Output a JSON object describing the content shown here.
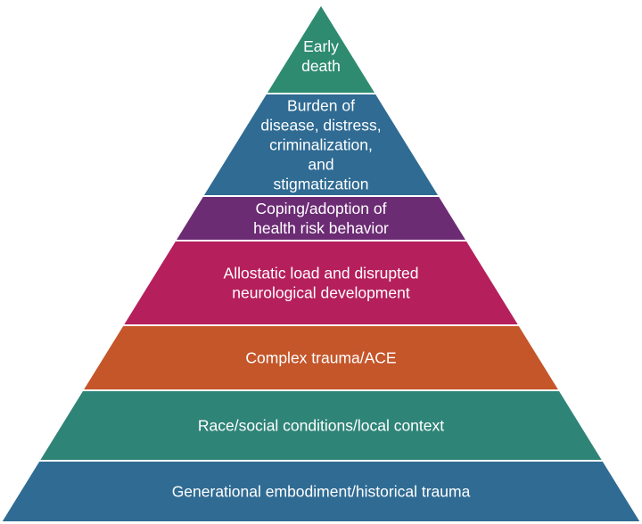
{
  "diagram": {
    "type": "pyramid",
    "tiers": [
      {
        "lines": [
          "Early",
          "death"
        ],
        "color": "#2e8b6f"
      },
      {
        "lines": [
          "Burden of",
          "disease, distress,",
          "criminalization,",
          "and",
          "stigmatization"
        ],
        "color": "#2f6b93"
      },
      {
        "lines": [
          "Coping/adoption of",
          "health risk behavior"
        ],
        "color": "#6c2c74"
      },
      {
        "lines": [
          "Allostatic load and disrupted",
          "neurological development"
        ],
        "color": "#b51f5c"
      },
      {
        "lines": [
          "Complex trauma/ACE"
        ],
        "color": "#c4562a"
      },
      {
        "lines": [
          "Race/social conditions/local context"
        ],
        "color": "#2f8478"
      },
      {
        "lines": [
          "Generational embodiment/historical trauma"
        ],
        "color": "#2f6b93"
      }
    ]
  }
}
